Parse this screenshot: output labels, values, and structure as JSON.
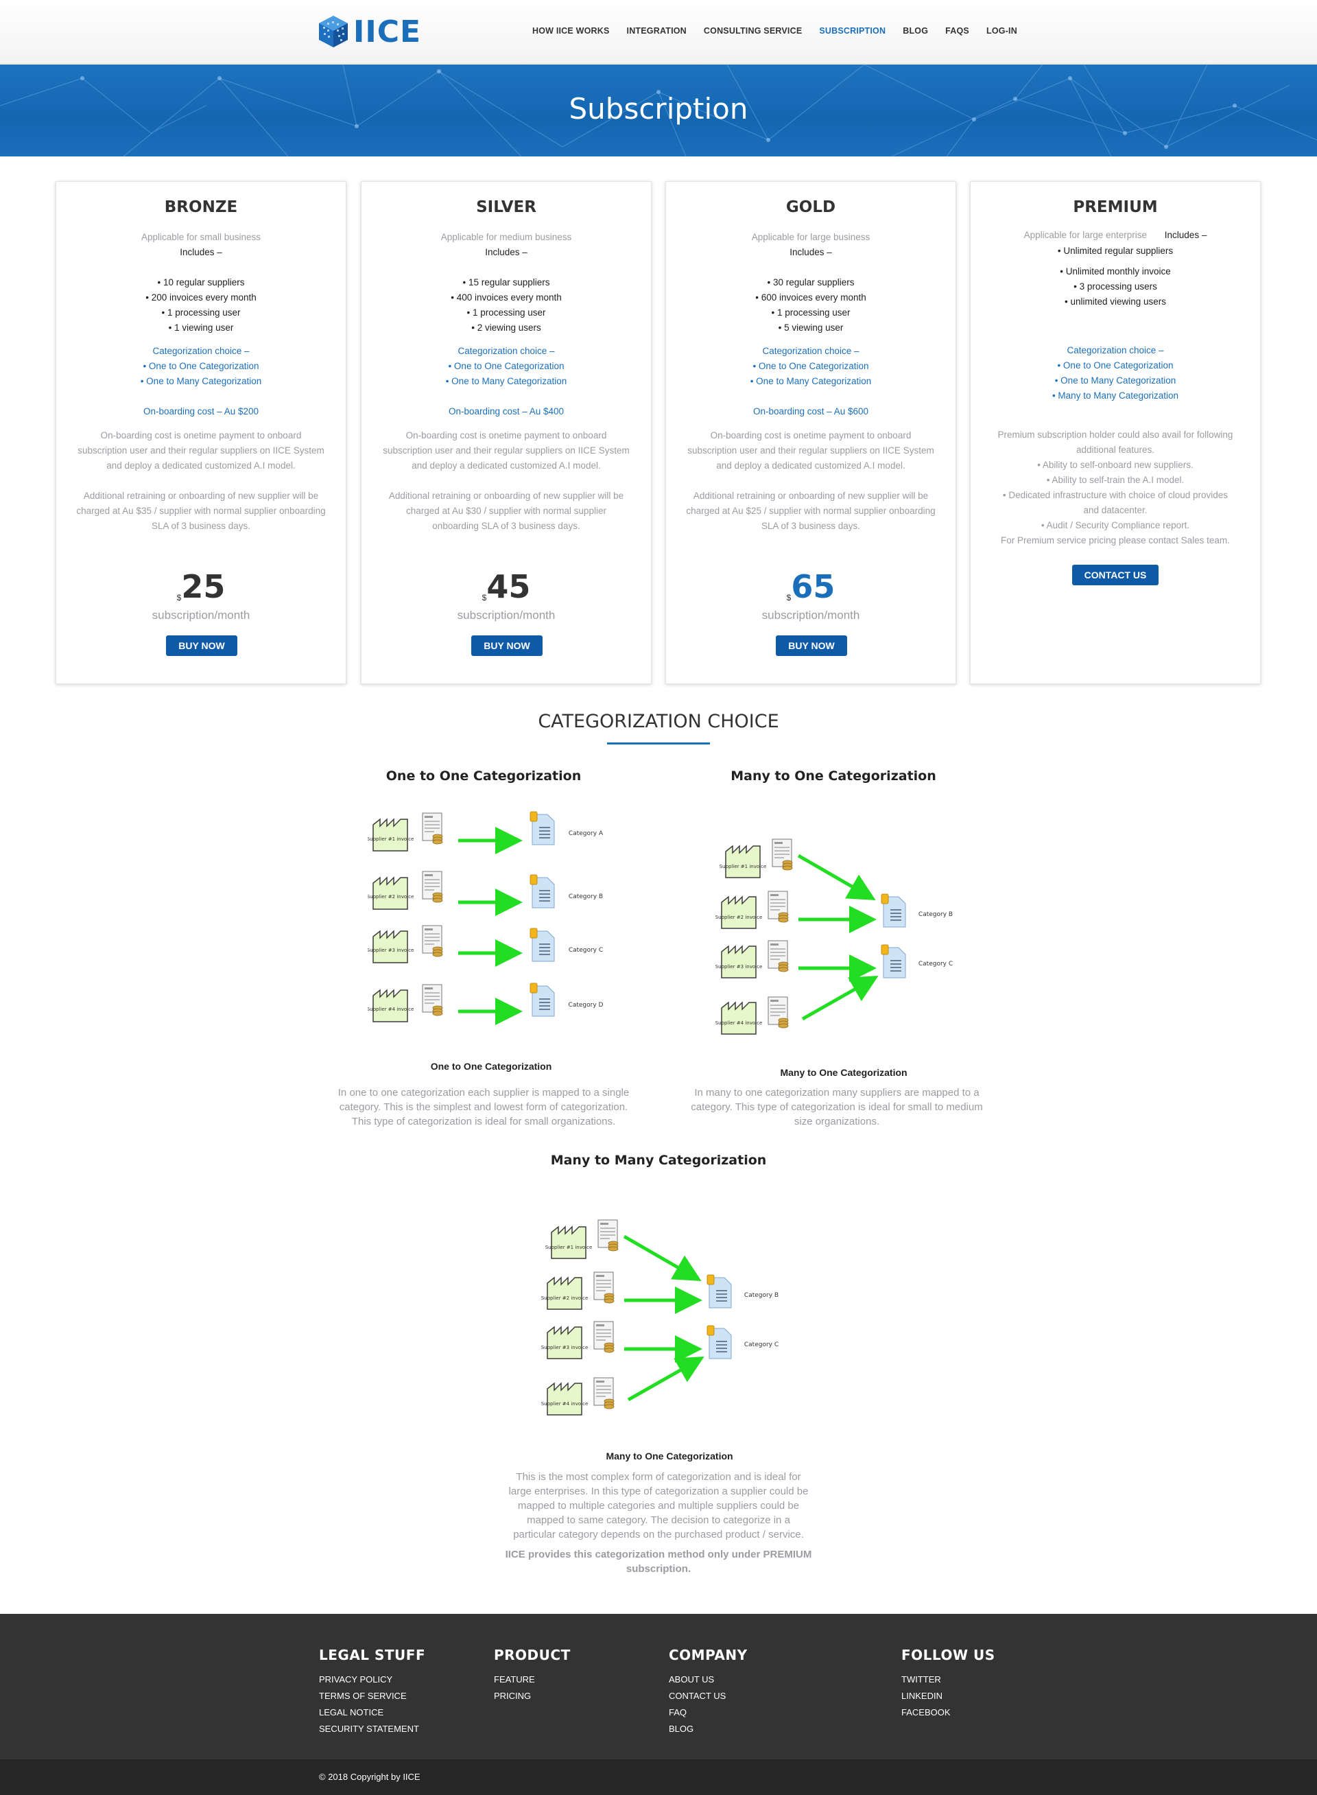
{
  "header": {
    "brand": "IICE",
    "nav": [
      {
        "label": "HOW IICE WORKS",
        "active": false
      },
      {
        "label": "INTEGRATION",
        "active": false
      },
      {
        "label": "CONSULTING SERVICE",
        "active": false
      },
      {
        "label": "SUBSCRIPTION",
        "active": true
      },
      {
        "label": "BLOG",
        "active": false
      },
      {
        "label": "FAQS",
        "active": false
      },
      {
        "label": "LOG-IN",
        "active": false
      }
    ]
  },
  "banner": {
    "title": "Subscription"
  },
  "plans": [
    {
      "name": "BRONZE",
      "applicable": "Applicable for small business",
      "includes": "Includes –",
      "features": [
        "• 10 regular suppliers",
        "• 200 invoices every month",
        "• 1 processing user",
        "• 1 viewing user"
      ],
      "cat_heading": "Categorization choice –",
      "cat_items": [
        "• One to One Categorization",
        "• One to Many Categorization"
      ],
      "onboarding": "On-boarding cost – Au $200",
      "note1": [
        "On-boarding cost is onetime payment to onboard",
        "subscription user and their regular suppliers on IICE System",
        "and deploy a dedicated customized A.I model."
      ],
      "note2": [
        "Additional retraining or onboarding of new supplier will be",
        "charged at Au $35 / supplier with normal supplier onboarding",
        "SLA of 3 business days."
      ],
      "currency": "$",
      "price": "25",
      "period": "subscription/month",
      "button": "BUY NOW"
    },
    {
      "name": "SILVER",
      "applicable": "Applicable for medium business",
      "includes": "Includes –",
      "features": [
        "• 15 regular suppliers",
        "• 400 invoices every month",
        "• 1 processing user",
        "• 2 viewing users"
      ],
      "cat_heading": "Categorization choice –",
      "cat_items": [
        "• One to One Categorization",
        "• One to Many Categorization"
      ],
      "onboarding": "On-boarding cost – Au $400",
      "note1": [
        "On-boarding cost is onetime payment to onboard",
        "subscription user and their regular suppliers on IICE System",
        "and deploy a dedicated customized A.I model."
      ],
      "note2": [
        "Additional retraining or onboarding of new supplier will be",
        "charged at Au $30 / supplier with normal supplier",
        "onboarding  SLA of 3 business days."
      ],
      "currency": "$",
      "price": "45",
      "period": "subscription/month",
      "button": "BUY NOW"
    },
    {
      "name": "GOLD",
      "applicable": "Applicable for large business",
      "includes": "Includes –",
      "features": [
        "• 30 regular suppliers",
        "• 600 invoices every month",
        "• 1 processing user",
        "• 5 viewing user"
      ],
      "cat_heading": "Categorization choice –",
      "cat_items": [
        "• One to One Categorization",
        "• One to Many Categorization"
      ],
      "onboarding": "On-boarding cost – Au $600",
      "note1": [
        "On-boarding cost is onetime payment to onboard",
        "subscription user and their regular suppliers on IICE System",
        "and deploy a dedicated customized A.I model."
      ],
      "note2": [
        "Additional retraining or onboarding of new supplier will be",
        "charged at Au $25 / supplier with normal supplier onboarding",
        "SLA of 3 business days."
      ],
      "currency": "$",
      "price": "65",
      "period": "subscription/month",
      "button": "BUY NOW"
    },
    {
      "name": "PREMIUM",
      "applicable": "Applicable for large enterprise",
      "includes": "Includes –",
      "features": [
        "• Unlimited regular suppliers",
        "• Unlimited monthly invoice",
        "• 3 processing users",
        "• unlimited viewing users"
      ],
      "cat_heading": "Categorization choice –",
      "cat_items": [
        "• One to One Categorization",
        "• One to Many Categorization",
        "• Many to Many Categorization"
      ],
      "extra": [
        "Premium subscription holder could also avail for following",
        "additional features.",
        "• Ability to self-onboard new suppliers.",
        "• Ability to self-train the A.I model.",
        "• Dedicated infrastructure with choice of cloud provides",
        "and datacenter.",
        "• Audit / Security Compliance report.",
        "For Premium service pricing please contact Sales team."
      ],
      "button": "CONTACT US"
    }
  ],
  "categorization": {
    "title": "CATEGORIZATION CHOICE",
    "one_to_one": {
      "title": "One to One Categorization",
      "caption": "One to One Categorization",
      "suppliers": [
        "Supplier #1 invoice",
        "Supplier #2 invoice",
        "Supplier #3 invoice",
        "Supplier #4 invoice"
      ],
      "categories": [
        "Category A",
        "Category B",
        "Category C",
        "Category D"
      ],
      "desc": [
        "In one to one categorization each supplier is mapped to a single",
        "category. This is the simplest and lowest form of categorization.",
        "This type of categorization is ideal for small organizations."
      ]
    },
    "many_to_one": {
      "title": "Many to One Categorization",
      "caption": "Many to One Categorization",
      "suppliers": [
        "Supplier #1 invoice",
        "Supplier #2 invoice",
        "Supplier #3 invoice",
        "Supplier #4 invoice"
      ],
      "categories": [
        "Category B",
        "Category C"
      ],
      "desc": [
        "In many to one categorization many suppliers are mapped to a",
        "category. This type of categorization is ideal for small to medium",
        "size organizations."
      ]
    },
    "many_to_many": {
      "title": "Many to Many Categorization",
      "caption": "Many to One Categorization",
      "suppliers": [
        "Supplier #1 invoice",
        "Supplier #2 invoice",
        "Supplier #3 invoice",
        "Supplier #4 invoice"
      ],
      "categories": [
        "Category B",
        "Category C"
      ],
      "desc": [
        "This is the most complex form of categorization and is ideal for",
        "large enterprises. In this type of categorization a supplier could be",
        "mapped to multiple categories and multiple suppliers could be",
        "mapped to same category. The decision to categorize in a",
        "particular category depends on the purchased product / service."
      ],
      "note": [
        "IICE provides this categorization method only under PREMIUM",
        "subscription."
      ]
    }
  },
  "footer": {
    "columns": [
      {
        "title": "LEGAL STUFF",
        "links": [
          "PRIVACY POLICY",
          "TERMS OF SERVICE",
          "LEGAL NOTICE",
          "SECURITY STATEMENT"
        ]
      },
      {
        "title": "PRODUCT",
        "links": [
          "FEATURE",
          "PRICING"
        ]
      },
      {
        "title": "COMPANY",
        "links": [
          "ABOUT US",
          "CONTACT US",
          "FAQ",
          "BLOG"
        ]
      },
      {
        "title": "FOLLOW US",
        "links": [
          "TWITTER",
          "LINKEDIN",
          "FACEBOOK"
        ]
      }
    ],
    "copyright": "© 2018 Copyright by IICE"
  },
  "colors": {
    "brand": "#1b6fba",
    "button": "#0e5aa7",
    "footer": "#333333",
    "arrow": "#22dd22"
  }
}
